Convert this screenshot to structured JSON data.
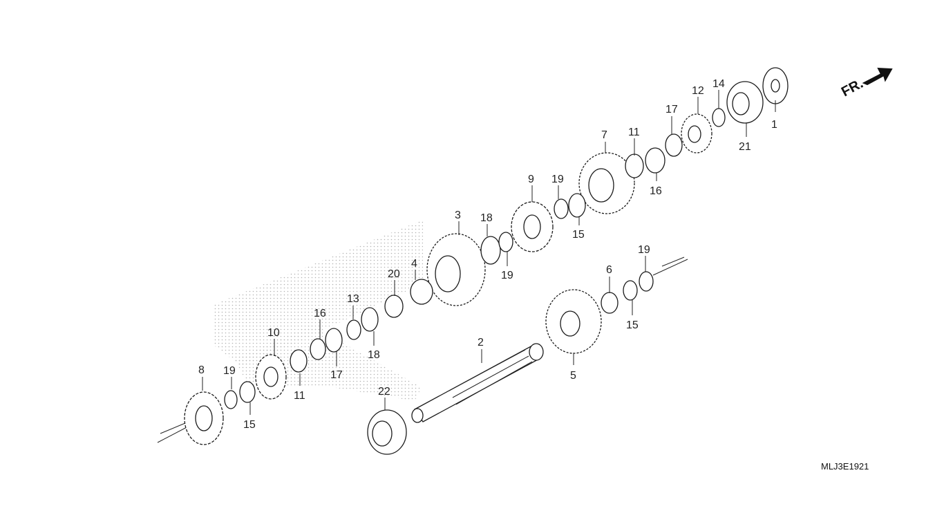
{
  "diagram": {
    "direction_label": "FR.",
    "diagram_code": "MLJ3E1921",
    "parts": [
      {
        "key": "p1",
        "number": "1"
      },
      {
        "key": "p2",
        "number": "2"
      },
      {
        "key": "p3",
        "number": "3"
      },
      {
        "key": "p4",
        "number": "4"
      },
      {
        "key": "p5",
        "number": "5"
      },
      {
        "key": "p6",
        "number": "6"
      },
      {
        "key": "p7",
        "number": "7"
      },
      {
        "key": "p8",
        "number": "8"
      },
      {
        "key": "p9",
        "number": "9"
      },
      {
        "key": "p10",
        "number": "10"
      },
      {
        "key": "p11a",
        "number": "11"
      },
      {
        "key": "p11b",
        "number": "11"
      },
      {
        "key": "p12",
        "number": "12"
      },
      {
        "key": "p13",
        "number": "13"
      },
      {
        "key": "p14",
        "number": "14"
      },
      {
        "key": "p15a",
        "number": "15"
      },
      {
        "key": "p15b",
        "number": "15"
      },
      {
        "key": "p15c",
        "number": "15"
      },
      {
        "key": "p16a",
        "number": "16"
      },
      {
        "key": "p16b",
        "number": "16"
      },
      {
        "key": "p17a",
        "number": "17"
      },
      {
        "key": "p17b",
        "number": "17"
      },
      {
        "key": "p18a",
        "number": "18"
      },
      {
        "key": "p18b",
        "number": "18"
      },
      {
        "key": "p19a",
        "number": "19"
      },
      {
        "key": "p19b",
        "number": "19"
      },
      {
        "key": "p19c",
        "number": "19"
      },
      {
        "key": "p19d",
        "number": "19"
      },
      {
        "key": "p20",
        "number": "20"
      },
      {
        "key": "p21",
        "number": "21"
      },
      {
        "key": "p22",
        "number": "22"
      }
    ]
  }
}
